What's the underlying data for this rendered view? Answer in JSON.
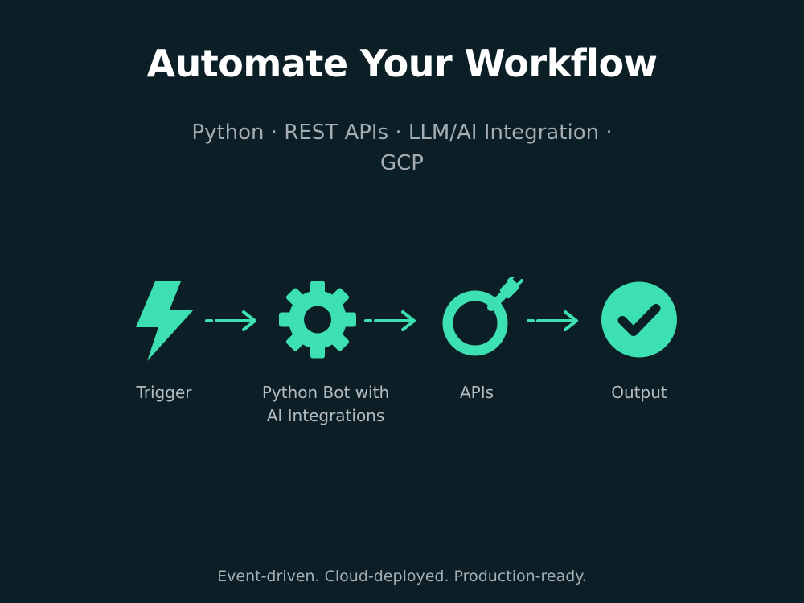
{
  "header": {
    "title": "Automate Your Workflow",
    "subtitle": "Python · REST APIs · LLM/AI Integration · GCP"
  },
  "flow": {
    "steps": [
      {
        "label": "Trigger",
        "icon": "lightning-icon"
      },
      {
        "label": "Python Bot with AI Integrations",
        "icon": "gear-icon"
      },
      {
        "label": "APIs",
        "icon": "plug-icon"
      },
      {
        "label": "Output",
        "icon": "checkmark-circle-icon"
      }
    ]
  },
  "footer": {
    "tagline": "Event-driven. Cloud-deployed. Production-ready."
  },
  "colors": {
    "accent": "#3de0b0",
    "background": "#0c1f27"
  }
}
